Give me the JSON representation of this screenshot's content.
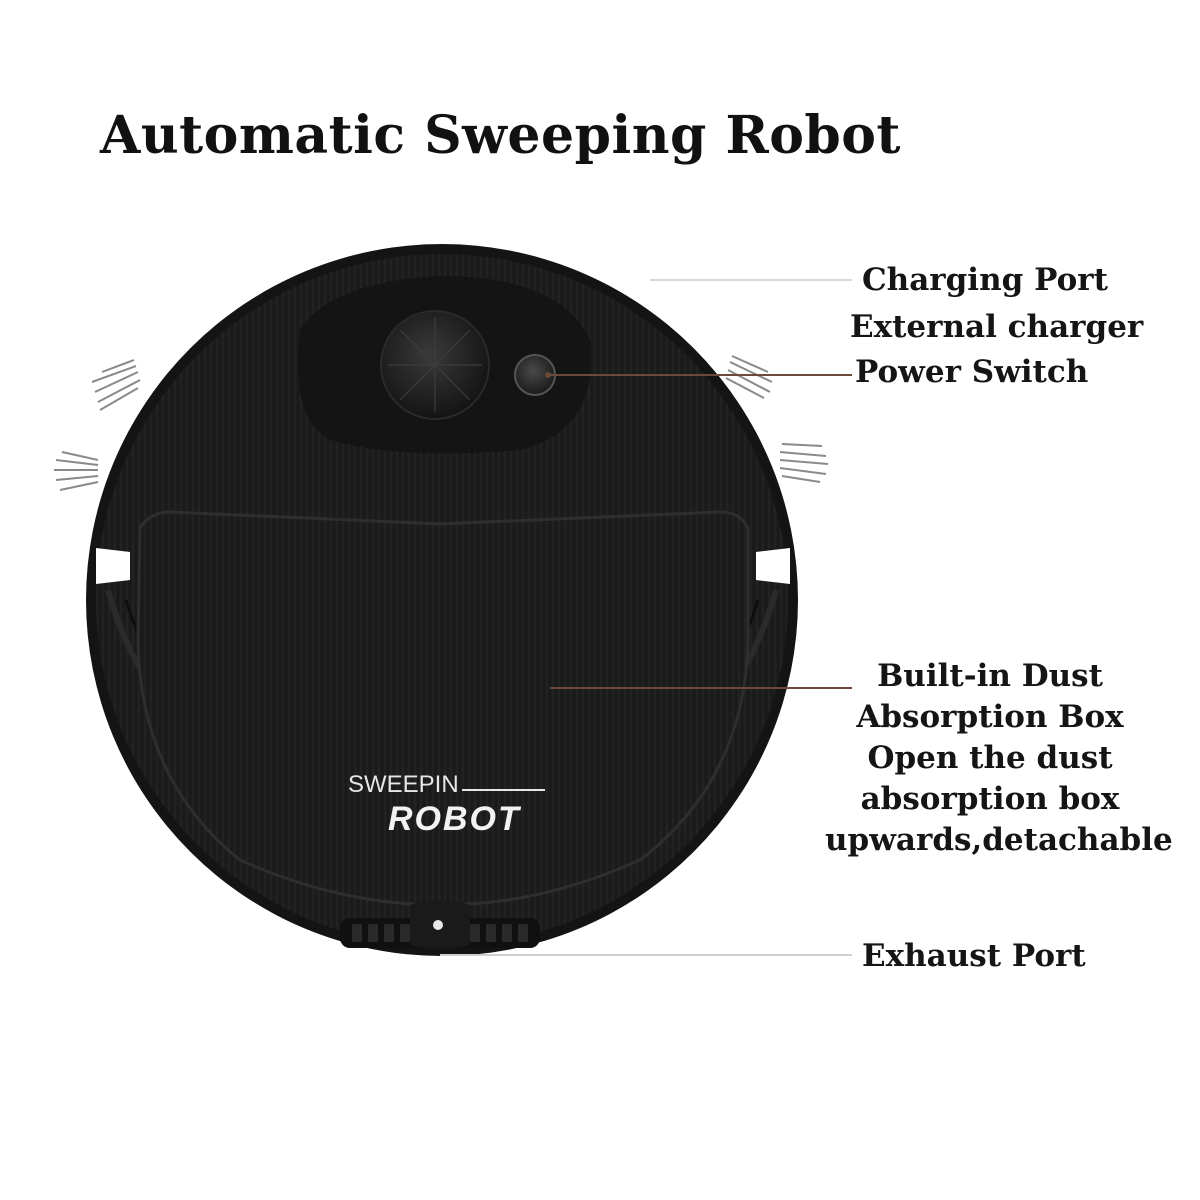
{
  "title": "Automatic Sweeping Robot",
  "brand": {
    "line1": "SWEEPIN",
    "line2": "ROBOT"
  },
  "callouts": {
    "charging_port": "Charging Port",
    "external_charger": "External charger",
    "power_switch": "Power Switch",
    "dust_box": [
      "Built-in Dust",
      "Absorption Box",
      "Open the dust",
      "absorption box",
      "upwards,detachable"
    ],
    "exhaust_port": "Exhaust Port"
  },
  "colors": {
    "body": "#1f1f1f",
    "rim": "#151515",
    "leader_line": "#d8d8d8",
    "leader_line_dark": "#6b4a3a",
    "brush": "#888888",
    "text": "#151515"
  }
}
